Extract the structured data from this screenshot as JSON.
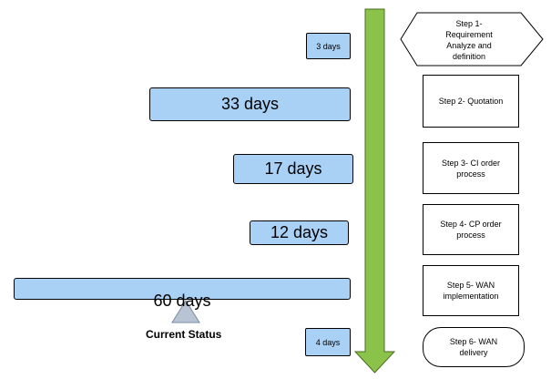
{
  "steps": [
    {
      "label": "Step 1- Requirement Analyze and definition"
    },
    {
      "label": "Step 2- Quotation"
    },
    {
      "label": "Step 3- CI order process"
    },
    {
      "label": "Step 4- CP order process"
    },
    {
      "label": "Step 5- WAN implementation"
    },
    {
      "label": "Step 6- WAN delivery"
    }
  ],
  "durations": [
    {
      "label": "3 days"
    },
    {
      "label": "33 days"
    },
    {
      "label": "17 days"
    },
    {
      "label": "12 days"
    },
    {
      "label": "60 days"
    },
    {
      "label": "4 days"
    }
  ],
  "status": {
    "label": "Current Status"
  },
  "colors": {
    "bar_fill": "#a9d0f5",
    "arrow_fill": "#8bc34a",
    "marker_fill": "#b8c4d4"
  }
}
